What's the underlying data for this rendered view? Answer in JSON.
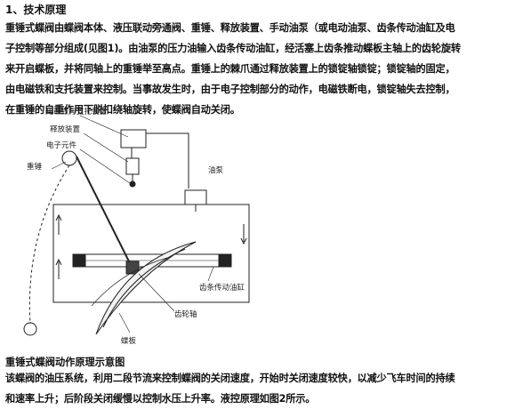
{
  "section": {
    "heading": "1、技术原理"
  },
  "intro": {
    "lines": [
      "重锤式蝶阀由蝶阀本体、液压联动旁通阀、重锤、释放装置、手动油泵（或电动油泵、齿条传动油缸及电",
      "子控制等部分组成(见图1)。由油泵的压力油输入齿条传动油缸，经活塞上齿条推动蝶板主轴上的齿轮旋转",
      "来开启蝶板，并将同轴上的重锤举至高点。重锤上的棘爪通过释放装置上的锁锭轴锁锭；锁锭轴的固定，",
      "由电磁铁和支托装置来控制。当事故发生时，由于电子控制部分的动作，电磁铁断电，锁锭轴失去控制，",
      "在重锤的自重作用下脱扣绕轴旋转，使蝶阀自动关闭。"
    ]
  },
  "figure": {
    "labels": {
      "electromagnet": "电磁铁与支托装置",
      "release": "释放装置",
      "electronic": "电子元件",
      "hammer": "重锤",
      "pump": "油泵",
      "cylinder": "齿条传动油缸",
      "gear_shaft": "齿轮轴",
      "disc": "蝶板"
    }
  },
  "caption": "重锤式蝶阀动作原理示意图",
  "body2": {
    "lines": [
      "该蝶阀的油压系统，利用二段节流来控制蝶阀的关闭速度，开始时关闭速度较快，以减少飞车时间的持续",
      "和速率上升；后阶段关闭缓慢以控制水压上升率。液控原理如图2所示。"
    ]
  }
}
